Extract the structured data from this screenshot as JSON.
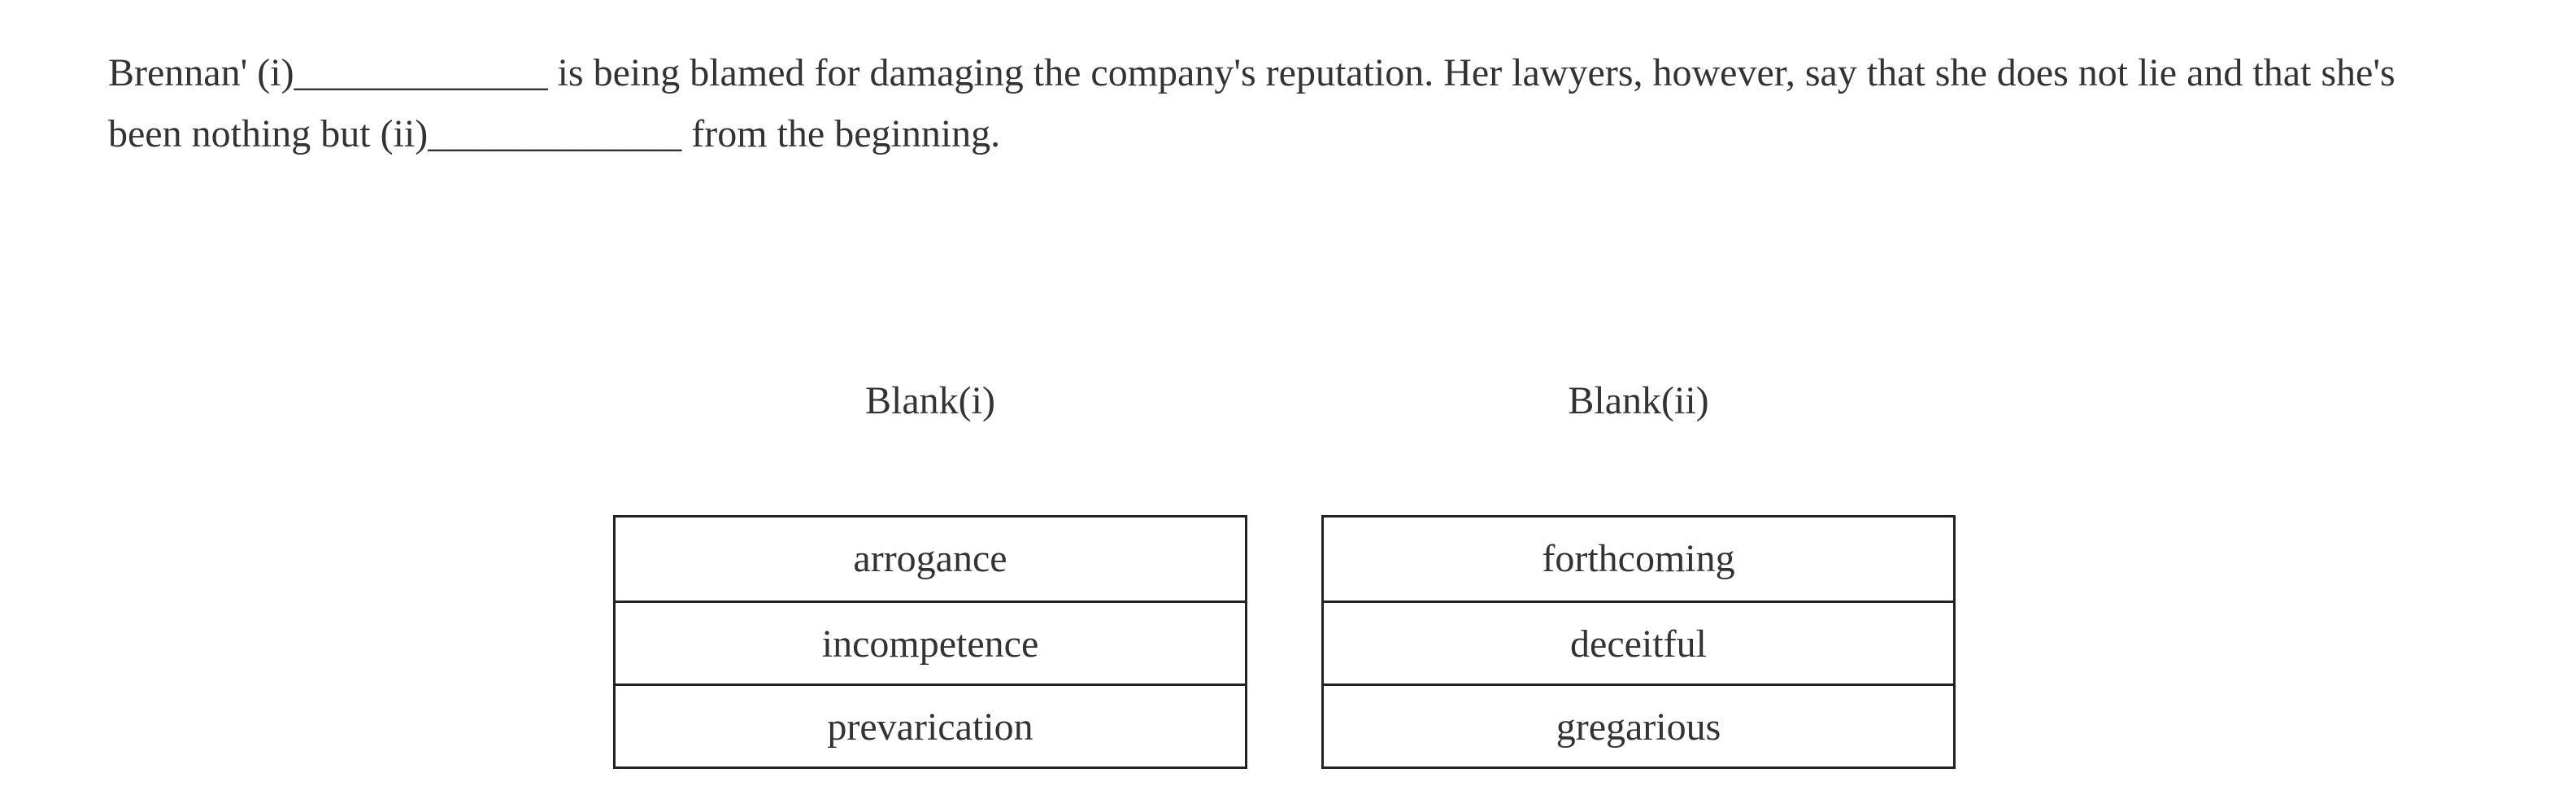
{
  "question": {
    "text": "Brennan' (i)_____________ is being blamed for damaging the company's reputation. Her lawyers, however, say that she does not lie and that she's been nothing but (ii)_____________ from the beginning."
  },
  "blanks": [
    {
      "heading": "Blank(i)",
      "options": [
        "arrogance",
        "incompetence",
        "prevarication"
      ]
    },
    {
      "heading": "Blank(ii)",
      "options": [
        "forthcoming",
        "deceitful",
        "gregarious"
      ]
    }
  ]
}
